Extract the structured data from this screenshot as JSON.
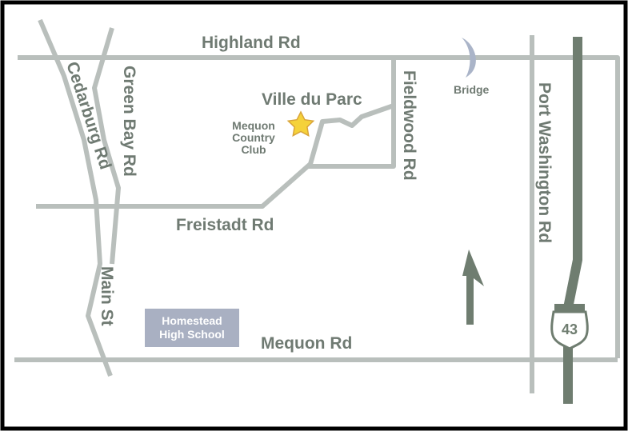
{
  "roads": {
    "highland": "Highland Rd",
    "cedarburg": "Cedarburg Rd",
    "green_bay": "Green Bay Rd",
    "fieldwood": "Fieldwood Rd",
    "port_washington": "Port Washington Rd",
    "freistadt": "Freistadt Rd",
    "main": "Main St",
    "mequon": "Mequon Rd"
  },
  "places": {
    "destination": "Ville du Parc",
    "country_club": [
      "Mequon",
      "Country",
      "Club"
    ],
    "school": [
      "Homestead",
      "High School"
    ],
    "bridge": "Bridge"
  },
  "highway": {
    "shield_number": "43"
  },
  "colors": {
    "road": "#b9bfbc",
    "highway": "#6f7d70",
    "label": "#6f7a72",
    "school_box": "#a9b0c2",
    "school_text": "#ffffff",
    "bridge": "#aab4c8",
    "star": "#f5d23a",
    "frame": "#000000"
  },
  "icons": [
    "star-icon",
    "north-arrow-icon",
    "interstate-shield-icon"
  ]
}
